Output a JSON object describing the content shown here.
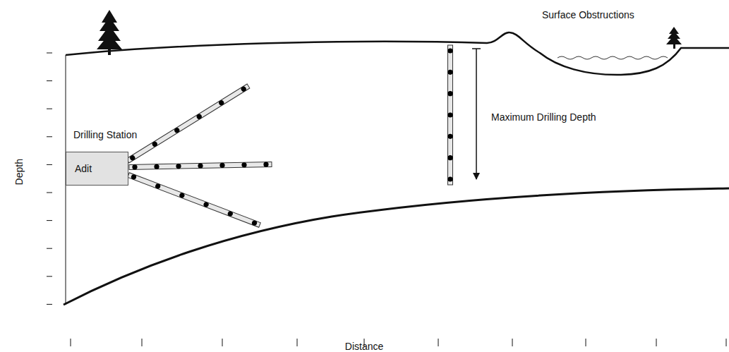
{
  "diagram": {
    "nodes": [
      {
        "text": [
          "Adit"
        ]
      }
    ],
    "labels": [
      "Surface Obstructions",
      "Drilling Station",
      "Maximum Drilling Depth",
      "Depth",
      "Distance"
    ]
  }
}
